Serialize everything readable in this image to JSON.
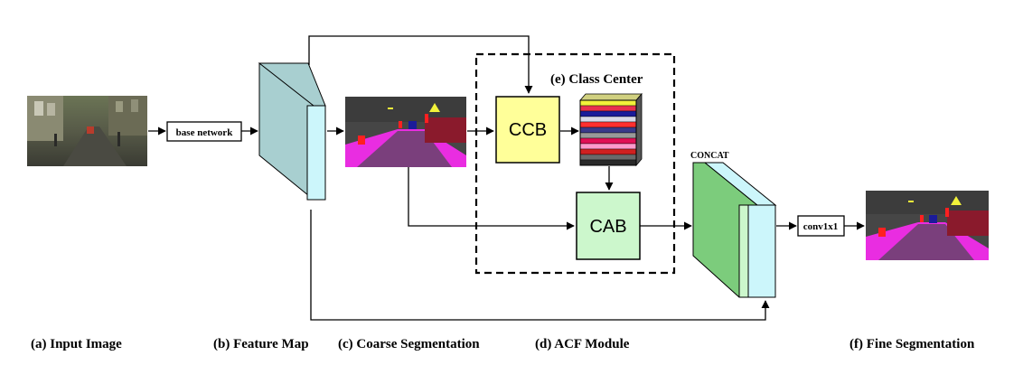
{
  "captions": {
    "input_image": "(a) Input Image",
    "feature_map": "(b) Feature Map",
    "coarse_segmentation": "(c) Coarse Segmentation",
    "acf_module": "(d) ACF Module",
    "fine_segmentation": "(f) Fine Segmentation"
  },
  "labels": {
    "base_network": "base network",
    "class_center": "(e) Class Center",
    "ccb": "CCB",
    "cab": "CAB",
    "concat": "CONCAT",
    "conv1x1": "conv1x1"
  },
  "colors": {
    "feature_map_side": "#a8cfd0",
    "feature_map_front": "#ccf6fb",
    "ccb_fill": "#ffff99",
    "cab_fill": "#ccf7cc",
    "concat_green": "#7ccc7c",
    "concat_light": "#ccf7cc",
    "concat_cyan": "#ccf6fb",
    "seg_road": "#7a3f7c",
    "seg_sidewalk": "#e92de1",
    "seg_building": "#464646",
    "seg_vegetation": "#8a1a2c",
    "seg_sky": "#3c3c3c"
  },
  "class_center_stripes": [
    "#f2f23a",
    "#e8304d",
    "#1b1b9a",
    "#d8d8e8",
    "#ff2f2f",
    "#3a3a8a",
    "#999999",
    "#e00f55",
    "#ff99cc",
    "#d02020",
    "#6a6a6a",
    "#2a2a2a"
  ]
}
